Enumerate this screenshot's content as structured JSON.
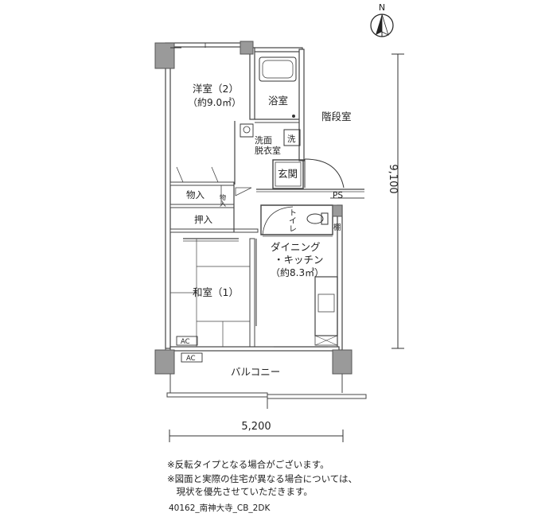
{
  "north_label": "N",
  "rooms": {
    "western_room": "洋室（2）",
    "western_room_size": "（約9.0㎡）",
    "bathroom": "浴室",
    "washroom_line1": "洗面",
    "washroom_line2": "脱衣室",
    "washer": "洗",
    "entrance": "玄関",
    "stairwell": "階段室",
    "storage": "物入",
    "storage_small": "物入",
    "closet": "押入",
    "ps": "PS",
    "toilet": "トイレ",
    "shelf": "棚",
    "dining_line1": "ダイニング",
    "dining_line2": "・キッチン",
    "dining_size": "（約8.3㎡）",
    "japanese_room": "和室（1）",
    "ac_1": "AC",
    "ac_2": "AC",
    "balcony": "バルコニー"
  },
  "dimensions": {
    "width": "5,200",
    "depth": "9,100"
  },
  "notes": [
    "※反転タイプとなる場合がございます。",
    "※図面と実際の住宅が異なる場合については、",
    "　現状を優先させていただきます。"
  ],
  "plan_code": "40162_南神大寺_CB_2DK"
}
